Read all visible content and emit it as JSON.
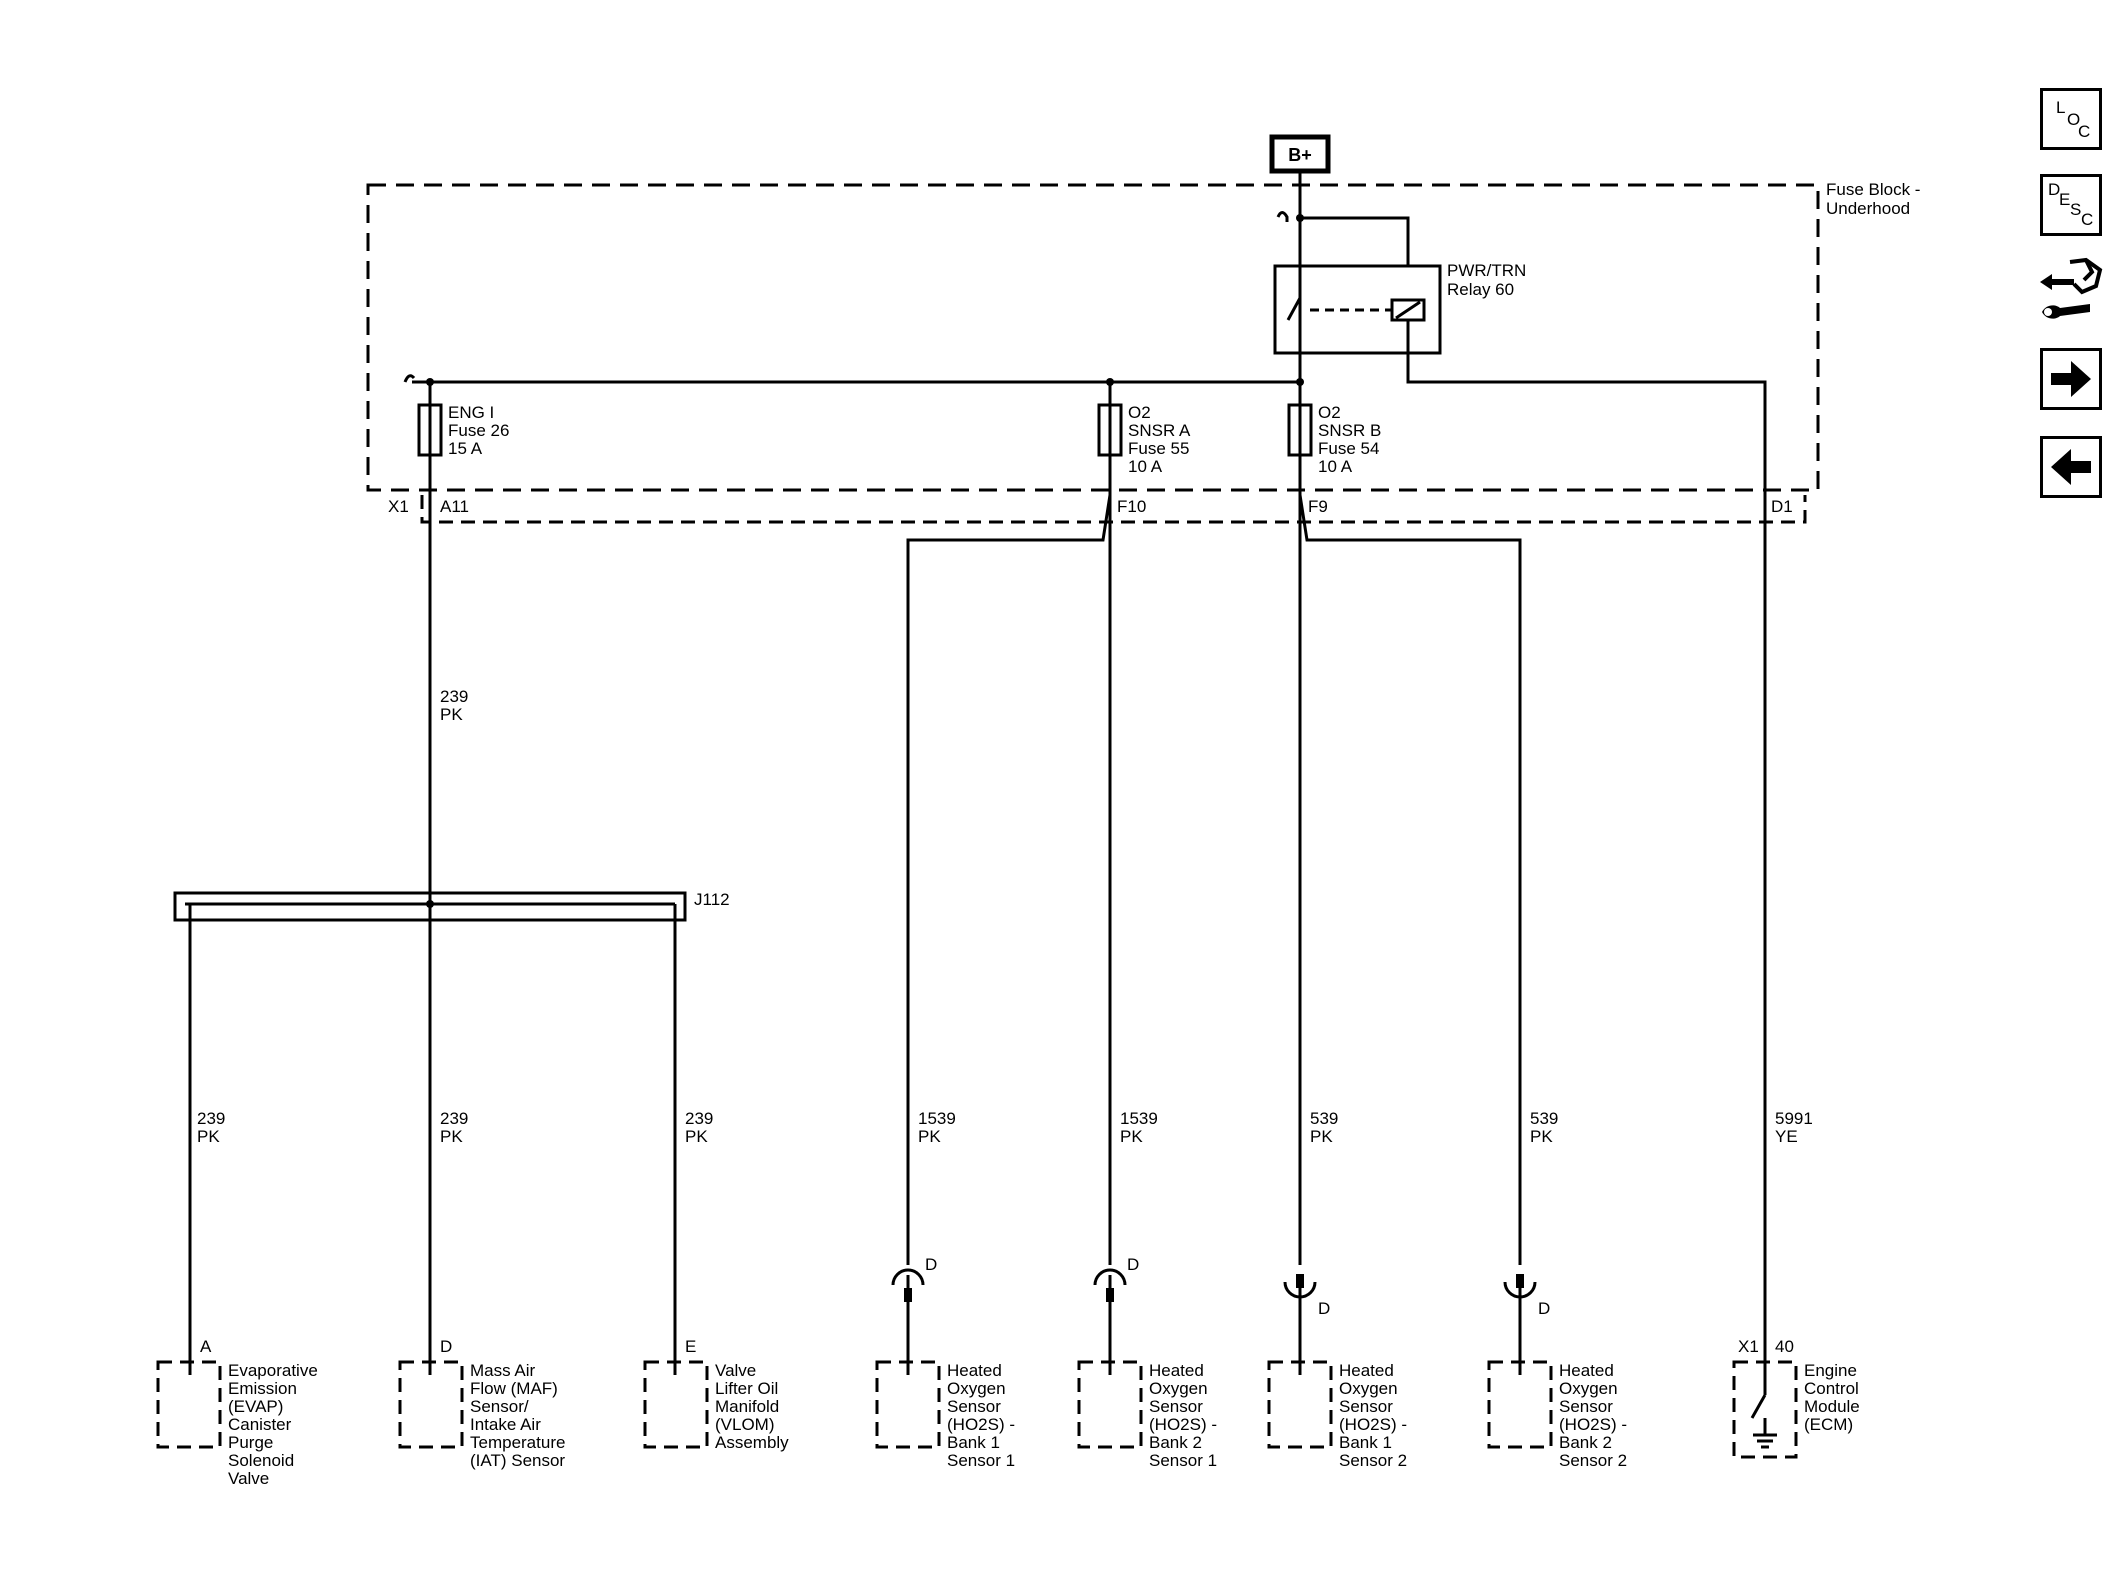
{
  "power_source": "B+",
  "fuse_block": {
    "title_line1": "Fuse Block -",
    "title_line2": "Underhood"
  },
  "relay": {
    "line1": "PWR/TRN",
    "line2": "Relay 60"
  },
  "fuses": [
    {
      "lines": [
        "ENG I",
        "Fuse 26",
        "15 A"
      ]
    },
    {
      "lines": [
        "O2",
        "SNSR A",
        "Fuse 55",
        "10 A"
      ]
    },
    {
      "lines": [
        "O2",
        "SNSR B",
        "Fuse 54",
        "10 A"
      ]
    }
  ],
  "connector_x1": "X1",
  "pins": {
    "a11": "A11",
    "f10": "F10",
    "f9": "F9",
    "d1": "D1"
  },
  "splice": "J112",
  "wire_labels": [
    {
      "circuit": "239",
      "color": "PK"
    },
    {
      "circuit": "239",
      "color": "PK"
    },
    {
      "circuit": "239",
      "color": "PK"
    },
    {
      "circuit": "239",
      "color": "PK"
    },
    {
      "circuit": "1539",
      "color": "PK"
    },
    {
      "circuit": "1539",
      "color": "PK"
    },
    {
      "circuit": "539",
      "color": "PK"
    },
    {
      "circuit": "539",
      "color": "PK"
    },
    {
      "circuit": "5991",
      "color": "YE"
    }
  ],
  "component_pins": [
    "A",
    "D",
    "E",
    "D",
    "D",
    "D",
    "D",
    "X1",
    "40"
  ],
  "components": [
    {
      "lines": [
        "Evaporative",
        "Emission",
        "(EVAP)",
        "Canister",
        "Purge",
        "Solenoid",
        "Valve"
      ]
    },
    {
      "lines": [
        "Mass Air",
        "Flow (MAF)",
        "Sensor/",
        "Intake Air",
        "Temperature",
        "(IAT) Sensor"
      ]
    },
    {
      "lines": [
        "Valve",
        "Lifter Oil",
        "Manifold",
        "(VLOM)",
        "Assembly"
      ]
    },
    {
      "lines": [
        "Heated",
        "Oxygen",
        "Sensor",
        "(HO2S) -",
        "Bank 1",
        "Sensor 1"
      ]
    },
    {
      "lines": [
        "Heated",
        "Oxygen",
        "Sensor",
        "(HO2S) -",
        "Bank 2",
        "Sensor 1"
      ]
    },
    {
      "lines": [
        "Heated",
        "Oxygen",
        "Sensor",
        "(HO2S) -",
        "Bank 1",
        "Sensor 2"
      ]
    },
    {
      "lines": [
        "Heated",
        "Oxygen",
        "Sensor",
        "(HO2S) -",
        "Bank 2",
        "Sensor 2"
      ]
    },
    {
      "lines": [
        "Engine",
        "Control",
        "Module",
        "(ECM)"
      ]
    }
  ],
  "nav": {
    "loc": {
      "l1": "L",
      "l2": "O",
      "l3": "C"
    },
    "desc": {
      "l1": "D",
      "l2": "E",
      "l3": "S",
      "l4": "C"
    },
    "icons": [
      "connector-tool-icon",
      "arrow-right-icon",
      "arrow-left-icon"
    ]
  }
}
